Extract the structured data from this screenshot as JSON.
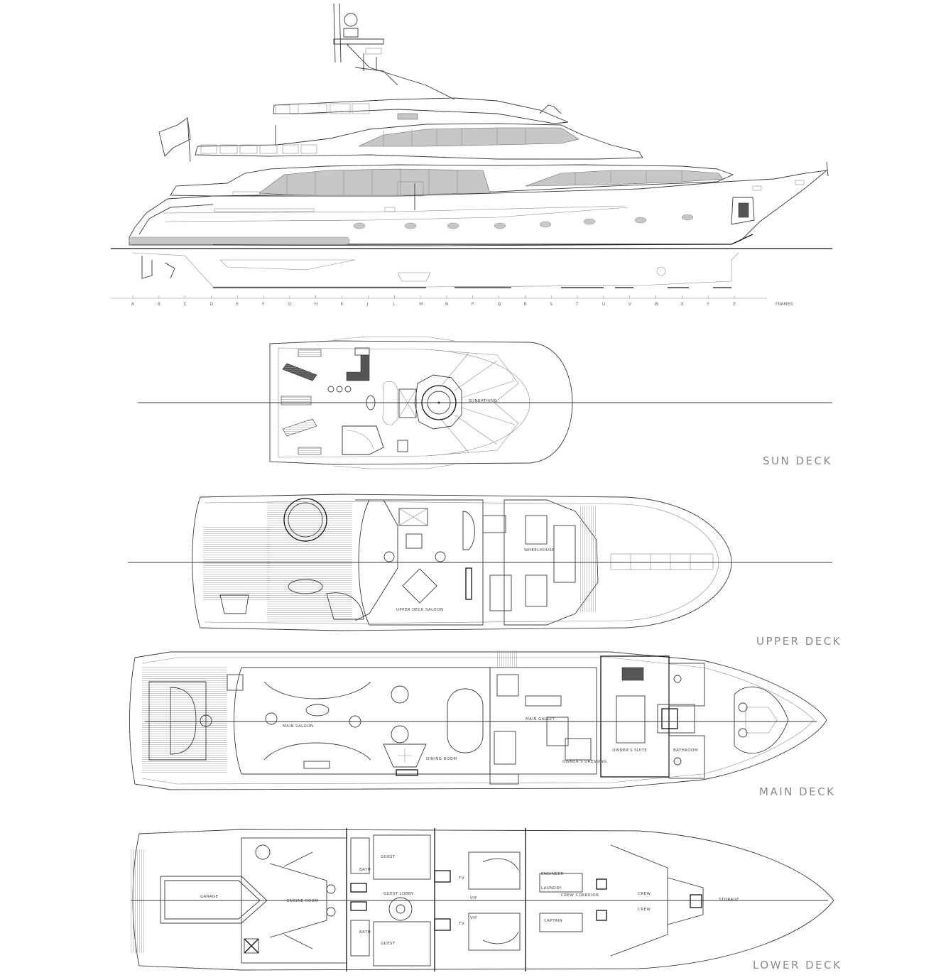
{
  "decks": {
    "sun": "SUN DECK",
    "upper": "UPPER DECK",
    "main": "MAIN DECK",
    "lower": "LOWER DECK"
  },
  "profile": {
    "frames_label": "FRAMES",
    "frame_letters": [
      "A",
      "B",
      "C",
      "D",
      "E",
      "F",
      "G",
      "H",
      "K",
      "J",
      "L",
      "M",
      "N",
      "P",
      "Q",
      "R",
      "S",
      "T",
      "U",
      "V",
      "W",
      "X",
      "Y",
      "Z"
    ]
  },
  "rooms": {
    "sunbathing": "SUNBATHING",
    "wheelhouse": "WHEELHOUSE",
    "upper_saloon": "UPPER DECK SALOON",
    "main_saloon": "MAIN SALOON",
    "dining_room": "DINING ROOM",
    "main_galley": "MAIN GALLEY",
    "owners_suite": "OWNER'S SUITE",
    "bathroom": "BATHROOM",
    "owners_dressing": "OWNER'S DRESSING",
    "garage": "GARAGE",
    "engine_room": "ENGINE ROOM",
    "guest_lobby": "GUEST LOBBY",
    "guest_top": "GUEST",
    "guest_bottom": "GUEST",
    "vip_top": "VIP",
    "vip_bottom": "VIP",
    "tv_top": "TV",
    "tv_bottom": "TV",
    "bath_top": "BATH",
    "bath_bottom": "BATH",
    "laundry": "LAUNDRY",
    "crew_corridor": "CREW CORRIDOR",
    "engineer": "ENGINEER",
    "captain": "CAPTAIN",
    "crew_top": "CREW",
    "crew_bottom": "CREW",
    "storage": "STORAGE"
  }
}
